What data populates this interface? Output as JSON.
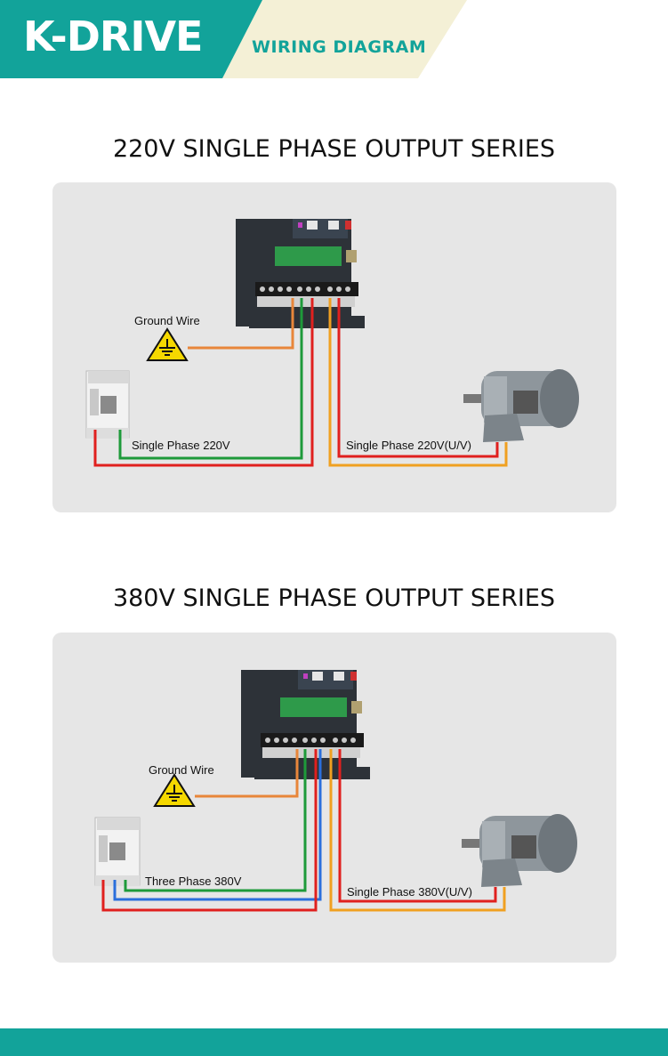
{
  "header": {
    "brand": "K-DRIVE",
    "subtitle": "WIRING DIAGRAM",
    "colors": {
      "teal": "#12a39a",
      "cream": "#f4f0d6"
    }
  },
  "sections": [
    {
      "title": "220V SINGLE PHASE OUTPUT SERIES",
      "ground_label": "Ground Wire",
      "input_label": "Single Phase 220V",
      "output_label": "Single Phase 220V(U/V)"
    },
    {
      "title": "380V SINGLE PHASE OUTPUT SERIES",
      "ground_label": "Ground Wire",
      "input_label": "Three Phase 380V",
      "output_label": "Single Phase 380V(U/V)"
    }
  ],
  "wire_colors": {
    "red": "#e0201e",
    "green": "#1e9a3a",
    "blue": "#2a6fdc",
    "orange": "#f0a020",
    "ground": "#e8863a"
  }
}
